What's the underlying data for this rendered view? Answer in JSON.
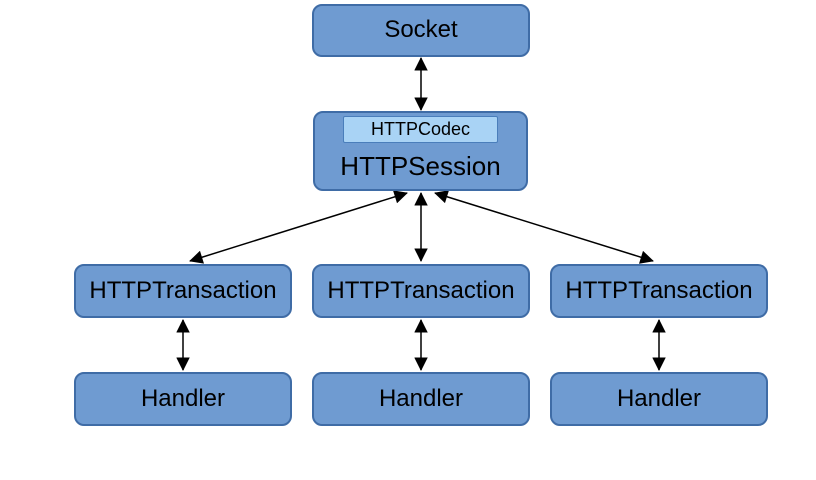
{
  "diagram": {
    "type": "architecture-diagram",
    "nodes": {
      "socket": {
        "label": "Socket"
      },
      "session": {
        "label": "HTTPSession"
      },
      "codec": {
        "label": "HTTPCodec"
      },
      "transactions": [
        {
          "label": "HTTPTransaction"
        },
        {
          "label": "HTTPTransaction"
        },
        {
          "label": "HTTPTransaction"
        }
      ],
      "handlers": [
        {
          "label": "Handler"
        },
        {
          "label": "Handler"
        },
        {
          "label": "Handler"
        }
      ]
    },
    "edges": [
      {
        "from": "socket",
        "to": "session",
        "bidirectional": true
      },
      {
        "from": "session",
        "to": "transaction-1",
        "bidirectional": true
      },
      {
        "from": "session",
        "to": "transaction-2",
        "bidirectional": true
      },
      {
        "from": "session",
        "to": "transaction-3",
        "bidirectional": true
      },
      {
        "from": "transaction-1",
        "to": "handler-1",
        "bidirectional": true
      },
      {
        "from": "transaction-2",
        "to": "handler-2",
        "bidirectional": true
      },
      {
        "from": "transaction-3",
        "to": "handler-3",
        "bidirectional": true
      }
    ],
    "colors": {
      "node_fill": "#6f9bd1",
      "node_border": "#3f6ca6",
      "codec_fill": "#a9d3f5",
      "codec_border": "#4a7ebb",
      "arrow": "#000000",
      "background": "#ffffff",
      "text": "#000000"
    }
  }
}
